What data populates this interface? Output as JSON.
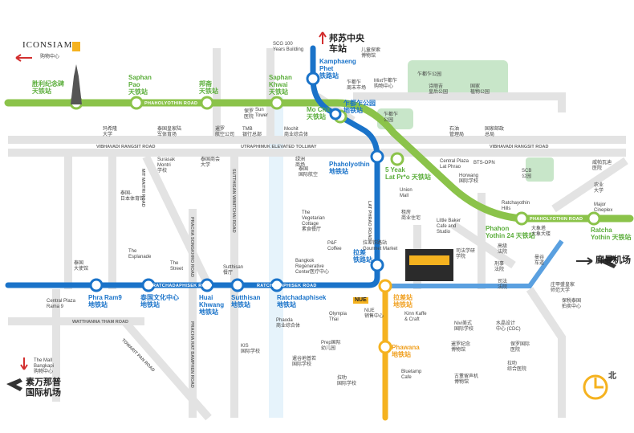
{
  "colors": {
    "bts": "#8bc34a",
    "mrt": "#1a73c9",
    "mrt_orange": "#f5b21f",
    "arl": "#3a86d4",
    "road": "#e0e0e0",
    "road_dark": "#bdbdbd",
    "park": "#a5d6a7",
    "accent_red": "#d32f2f"
  },
  "brand": {
    "iconsiam": "ICONSIAM",
    "iconsiam_sub": "购物中心"
  },
  "airports": {
    "suvarnabhumi": "廊曼机场",
    "don_mueang": "素万那普\n国际机场"
  },
  "bts_stations": [
    {
      "name": "胜利纪念碑\n天铁站"
    },
    {
      "name": "Saphan\nPao\n天铁站"
    },
    {
      "name": "邦斋\n天铁站"
    },
    {
      "name": "Saphan\nKhwai\n天铁站"
    },
    {
      "name": "Mo Chit\n天铁站"
    },
    {
      "name": "5 Yeak\nLat Pr*o 天铁站"
    },
    {
      "name": "Phahon\nYothin 24 天铁站"
    },
    {
      "name": "Ratcha\nYothin 天铁站"
    }
  ],
  "mrt_stations": [
    {
      "name": "Kamphaeng\nPhet\n铁路站"
    },
    {
      "name": "乍都乍公园\n地铁站"
    },
    {
      "name": "Phaholyothin\n地铁站"
    },
    {
      "name": "拉差\n铁路站"
    },
    {
      "name": "Phra Ram9\n地铁站"
    },
    {
      "name": "泰国文化中心\n地铁站"
    },
    {
      "name": "Huai\nKhwang\n地铁站"
    },
    {
      "name": "Sutthisan\n地铁站"
    },
    {
      "name": "Ratchadaphisek\n地铁站"
    },
    {
      "name": "拉差站\n地铁站"
    },
    {
      "name": "Phawana\n地铁站"
    }
  ],
  "roads": {
    "phaholyothin_w": "PHAHOLYOTHIN ROAD",
    "phaholyothin_e": "PHAHOLYOTHIN ROAD",
    "vibhavadi": "VIBHAVADI RANGSIT ROAD",
    "utraphimuk": "UTRAPHIMUK ELEVATED TOLLWAY",
    "vibhavadi_e": "VIBHAVADI RANGSIT ROAD",
    "ratchadaphisek": "RATCHADAPHISEK ROAD",
    "ratchadaphisek_e": "RATCHADAPHISEK ROAD",
    "watthanna": "WATTHANNA THAM ROAD",
    "lat_phrao": "LAT PHRAO ROAD",
    "mit_maitri": "MIT MAITRI ROAD",
    "pracha_songkhro": "PRACHA SONGKHRO ROAD",
    "sutthisan": "SUTTHISAN WINITCHAI ROAD",
    "pracha_rat": "PRACHA RAT BAMPHEN ROAD",
    "ratcha_niyom": "TOWARIT PAN ROAD"
  },
  "pois": [
    {
      "text": "SCG 100\nYears Building"
    },
    {
      "text": "邦苏中央\n车站"
    },
    {
      "text": "儿童探索\n博物馆"
    },
    {
      "text": "乍都乍\n周末市场"
    },
    {
      "text": "Mixt乍都乍\n购物中心"
    },
    {
      "text": "乍都乍公园"
    },
    {
      "text": "诗丽吉\n皇后公园"
    },
    {
      "text": "国家\n植物公园"
    },
    {
      "text": "乍都乍\n公园"
    },
    {
      "text": "BTS-OPN"
    },
    {
      "text": "石油\n管理局"
    },
    {
      "text": "国家邮政\n总局"
    },
    {
      "text": "TMB\n银行总部"
    },
    {
      "text": "Mochit\n商业综合体"
    },
    {
      "text": "Sun\nTower"
    },
    {
      "text": "保罗\n医院"
    },
    {
      "text": "暹罗\n航空公司"
    },
    {
      "text": "泰国皇家陆\n军体育场"
    },
    {
      "text": "玛希隆\n大学"
    },
    {
      "text": "Surasak\nMontri\n学校"
    },
    {
      "text": "泰国商会\n大学"
    },
    {
      "text": "泰国-\n日本体育馆"
    },
    {
      "text": "绿洲\n商场"
    },
    {
      "text": "泰国\n国际航空"
    },
    {
      "text": "Union\nMall"
    },
    {
      "text": "Central Plaza\nLat Phrao"
    },
    {
      "text": "Horwang\n国际学校"
    },
    {
      "text": "SCB\n公园"
    },
    {
      "text": "Ratchayothin\nHills"
    },
    {
      "text": "Major\nCineplex"
    },
    {
      "text": "威帕瓦迪\n医院"
    },
    {
      "text": "农业\n大学"
    },
    {
      "text": "The\nVegetarian\nCottage\n素食餐厅"
    },
    {
      "text": "Little Baker\nCafe and\nStudio"
    },
    {
      "text": "租房\n商业住宅"
    },
    {
      "text": "P&F\nCoffee"
    },
    {
      "text": "拉差铁路站\nGourmet Market"
    },
    {
      "text": "大象塔\n大象大楼"
    },
    {
      "text": "Bangkok\nRegenerative\nCenter医疗中心"
    },
    {
      "text": "泰国\n大使馆"
    },
    {
      "text": "The\nEsplanade"
    },
    {
      "text": "The\nStreet"
    },
    {
      "text": "Central Plaza\nRama 9"
    },
    {
      "text": "Sutthisan\n餐厅"
    },
    {
      "text": "NUE"
    },
    {
      "text": "NUE\n销售中心"
    },
    {
      "text": "Olympia\nThai"
    },
    {
      "text": "Phaoda\n商业综合体"
    },
    {
      "text": "KIS\n国际学校"
    },
    {
      "text": "Prep国际\n幼儿园"
    },
    {
      "text": "暹谷地普若\n国际学校"
    },
    {
      "text": "拉叻\n国际学校"
    },
    {
      "text": "Bluetamp\nCafe"
    },
    {
      "text": "Kinn Kaffe\n& Craft"
    },
    {
      "text": "Nivi美式\n国际学校"
    },
    {
      "text": "暹罗纪念\n博物馆"
    },
    {
      "text": "古董留声机\n博物馆"
    },
    {
      "text": "水晶设计\n中心 (CDC)"
    },
    {
      "text": "保罗国际\n医院"
    },
    {
      "text": "拉叻\n综合医院"
    },
    {
      "text": "庄甲盛皇家\n师范大学"
    },
    {
      "text": "保税泰国\n拍卖中心"
    },
    {
      "text": "曼谷\n车道"
    },
    {
      "text": "高级\n法院"
    },
    {
      "text": "刑事\n法院"
    },
    {
      "text": "司法\n法院"
    },
    {
      "text": "司法学研\n学院"
    },
    {
      "text": "The Mall\nBangkapi\n购物中心"
    }
  ],
  "compass": "北"
}
